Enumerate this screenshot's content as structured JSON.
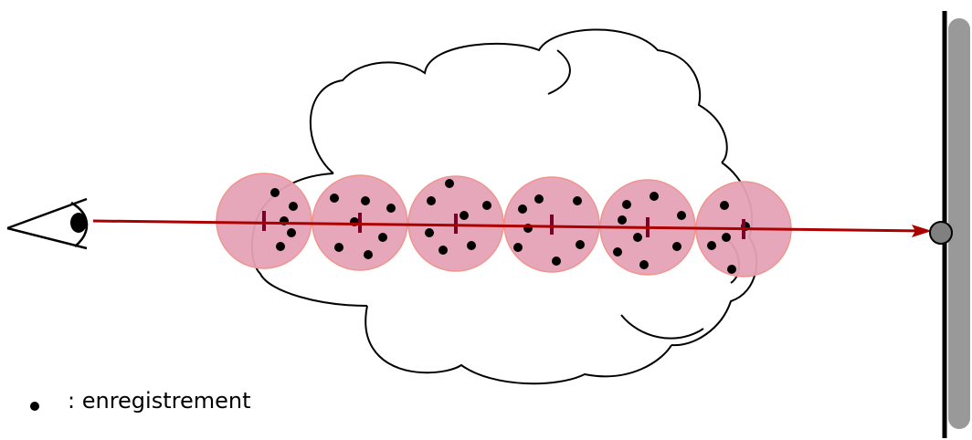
{
  "legend": {
    "marker_icon": "dot-icon",
    "label": ": enregistrement"
  },
  "diagram": {
    "observer_icon": "eye-icon",
    "screen_icon": "screen-plane-icon",
    "cloud_icon": "cloud-icon",
    "sample_count": 6,
    "records_per_sample": [
      5,
      7,
      7,
      7,
      8,
      5
    ]
  },
  "colors": {
    "ray": "#aa0000",
    "sample_fill": "#e6a2b7",
    "sample_stroke": "#f0948c",
    "sample_marker": "#7a0026",
    "record": "#000000",
    "screen_frame": "#000000",
    "screen_fill": "#999999",
    "cloud_stroke": "#000000"
  }
}
